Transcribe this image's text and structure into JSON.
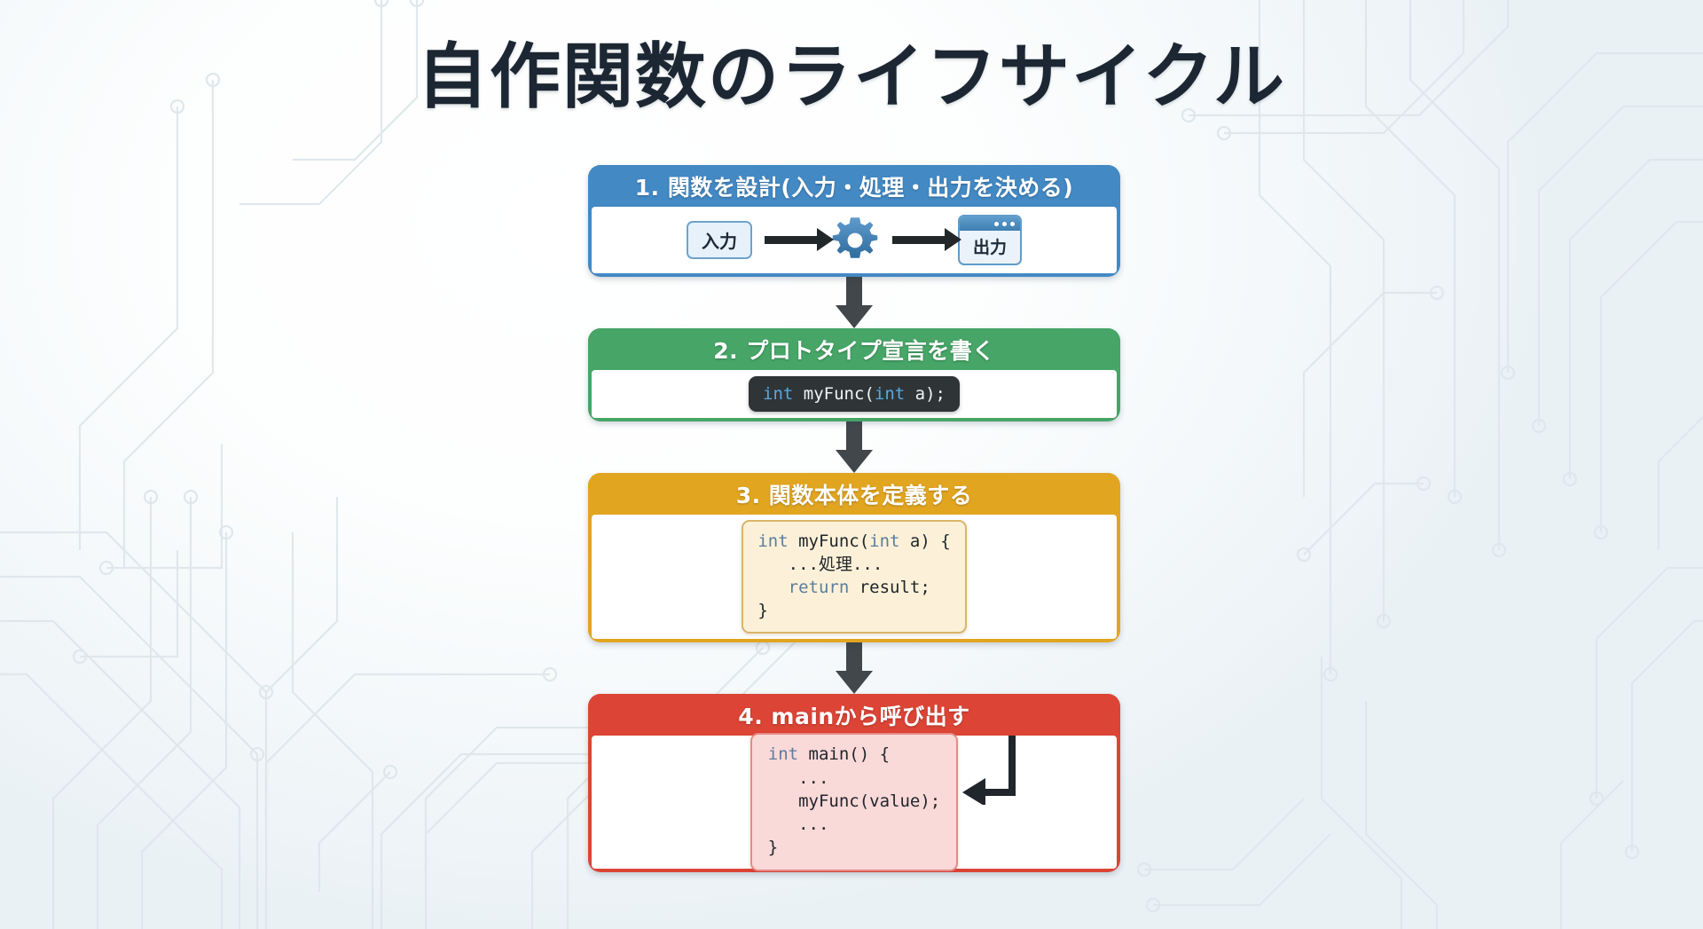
{
  "page": {
    "title": "自作関数のライフサイクル",
    "background_style": "circuit-board-pattern",
    "colors": {
      "step1": "#4389c4",
      "step2": "#46a567",
      "step3": "#e2a520",
      "step4": "#dc4436",
      "arrow": "#41474a",
      "code_dark_bg": "#2f3437",
      "code_cream_bg": "#fcf1d8",
      "code_pink_bg": "#fad9d9",
      "keyword_blue": "#58a9e4",
      "keyword_slate": "#5b7d9e"
    }
  },
  "steps": [
    {
      "number": "1.",
      "header": "1. 関数を設計(入力・処理・出力を決める)",
      "color": "#4389c4",
      "diagram": {
        "input_label": "入力",
        "process_icon": "gear-icon",
        "output_label": "出力",
        "window_dots": 3
      }
    },
    {
      "number": "2.",
      "header": "2. プロトタイプ宣言を書く",
      "color": "#46a567",
      "code": {
        "style": "dark",
        "lines": [
          [
            {
              "t": "int",
              "kw": true
            },
            {
              "t": " myFunc(",
              "kw": false
            },
            {
              "t": "int",
              "kw": true
            },
            {
              "t": " a);",
              "kw": false
            }
          ]
        ]
      }
    },
    {
      "number": "3.",
      "header": "3. 関数本体を定義する",
      "color": "#e2a520",
      "code": {
        "style": "cream",
        "lines": [
          [
            {
              "t": "int",
              "kw": true
            },
            {
              "t": " myFunc(",
              "kw": false
            },
            {
              "t": "int",
              "kw": true
            },
            {
              "t": " a) {",
              "kw": false
            }
          ],
          [
            {
              "t": "   ...処理...",
              "kw": false
            }
          ],
          [
            {
              "t": "   ",
              "kw": false
            },
            {
              "t": "return",
              "kw": true
            },
            {
              "t": " result;",
              "kw": false
            }
          ],
          [
            {
              "t": "}",
              "kw": false
            }
          ]
        ]
      }
    },
    {
      "number": "4.",
      "header": "4. mainから呼び出す",
      "color": "#dc4436",
      "code": {
        "style": "pink",
        "lines": [
          [
            {
              "t": "int",
              "kw": true
            },
            {
              "t": " main() {",
              "kw": false
            }
          ],
          [
            {
              "t": "   ...",
              "kw": false
            }
          ],
          [
            {
              "t": "   myFunc(value);",
              "kw": false
            }
          ],
          [
            {
              "t": "   ...",
              "kw": false
            }
          ],
          [
            {
              "t": "}",
              "kw": false
            }
          ]
        ],
        "callback_arrow": "return-to-caller-arrow"
      }
    }
  ]
}
